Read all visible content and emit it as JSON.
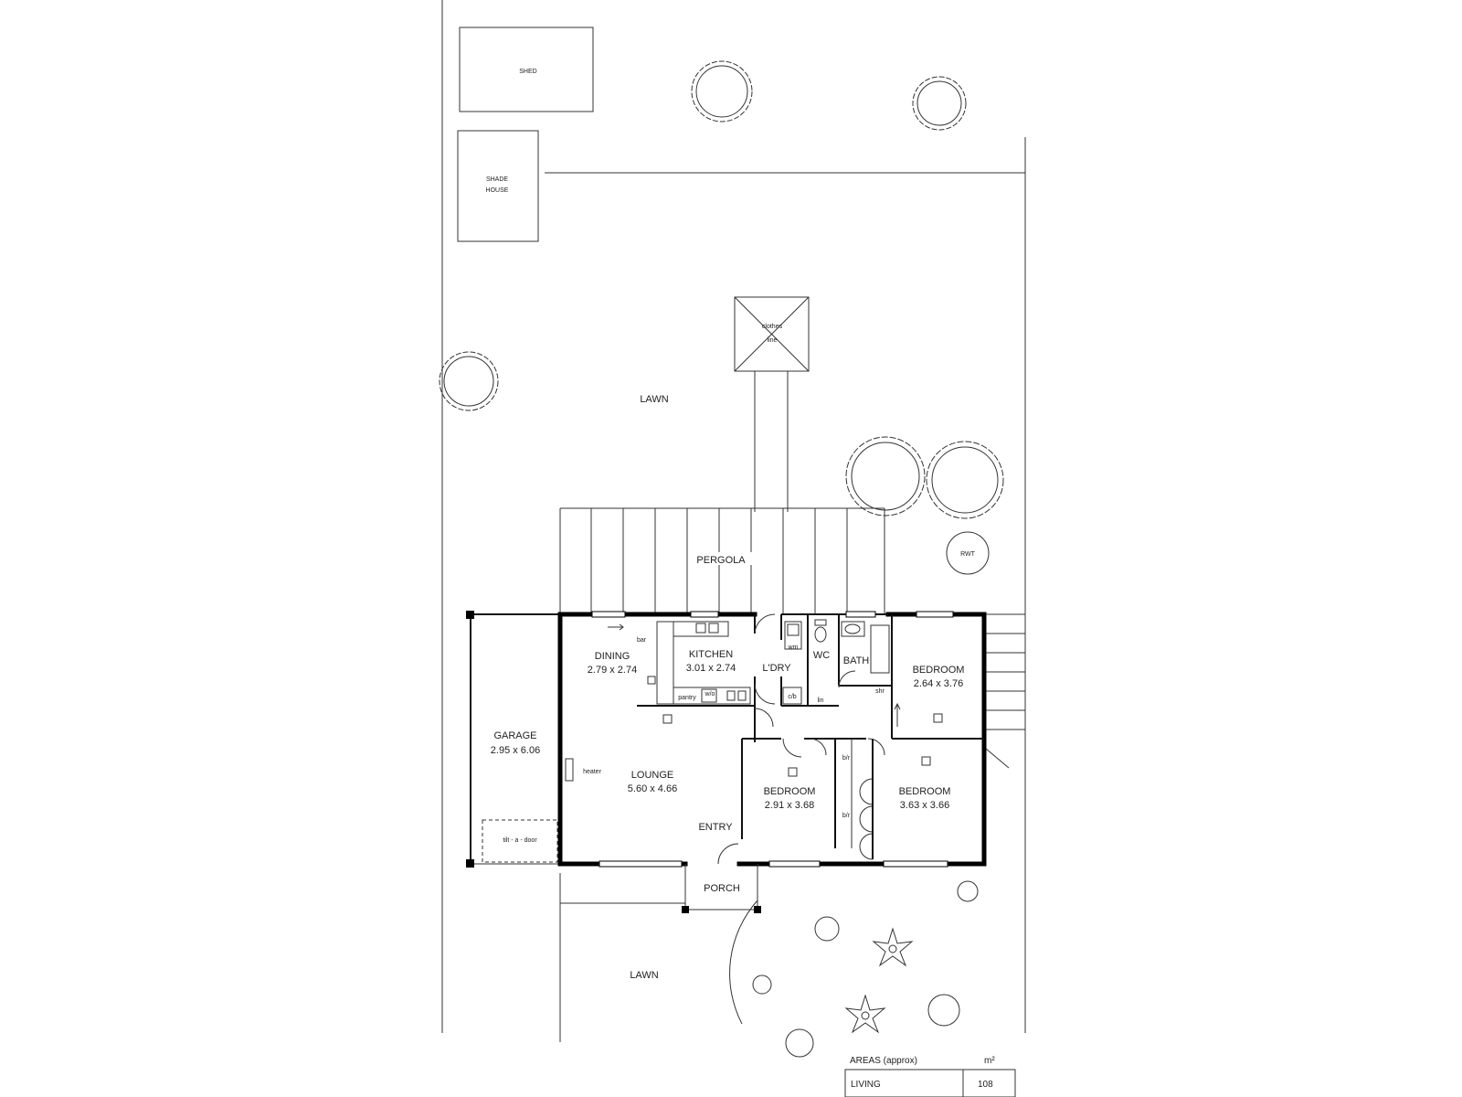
{
  "site": {
    "shed": "SHED",
    "shade_house": [
      "SHADE",
      "HOUSE"
    ],
    "clothes_line": [
      "clothes",
      "line"
    ],
    "lawn_rear": "LAWN",
    "lawn_front": "LAWN",
    "pergola": "PERGOLA",
    "rwt": "RWT"
  },
  "rooms": {
    "dining": {
      "name": "DINING",
      "dims": "2.79 x 2.74"
    },
    "kitchen": {
      "name": "KITCHEN",
      "dims": "3.01 x 2.74"
    },
    "laundry": {
      "name": "L'DRY"
    },
    "wc": {
      "name": "WC"
    },
    "bath": {
      "name": "BATH"
    },
    "bedroom_ne": {
      "name": "BEDROOM",
      "dims": "2.64 x 3.76"
    },
    "garage": {
      "name": "GARAGE",
      "dims": "2.95 x 6.06"
    },
    "lounge": {
      "name": "LOUNGE",
      "dims": "5.60 x 4.66"
    },
    "bedroom_mid": {
      "name": "BEDROOM",
      "dims": "2.91 x 3.68"
    },
    "bedroom_se": {
      "name": "BEDROOM",
      "dims": "3.63 x 3.66"
    },
    "entry": {
      "name": "ENTRY"
    },
    "porch": {
      "name": "PORCH"
    }
  },
  "fixtures": {
    "bar": "bar",
    "pantry": "pantry",
    "wall_oven": "w/o",
    "cupboard": "c/b",
    "linen": "lin",
    "shower": "shr",
    "washer": "wm",
    "robe": "b/r",
    "heater": "heater",
    "tilt_door": "tilt - a - door"
  },
  "areas": {
    "heading": "AREAS (approx)",
    "unit": "m²",
    "rows": [
      {
        "label": "LIVING",
        "value": "108"
      }
    ]
  }
}
